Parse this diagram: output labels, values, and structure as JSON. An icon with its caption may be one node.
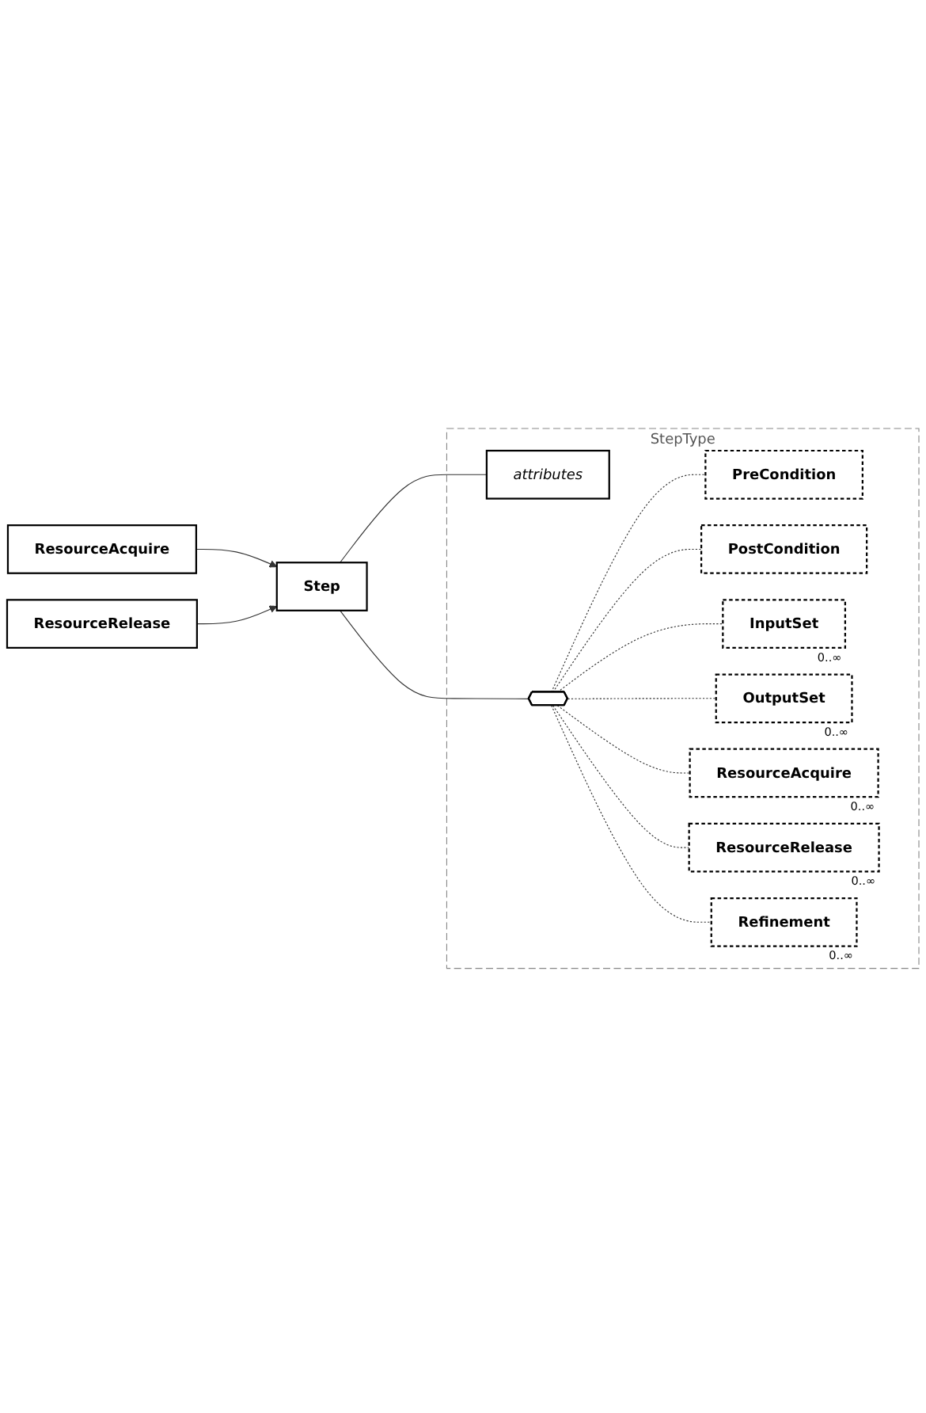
{
  "diagram": {
    "nodes": [
      {
        "text": [
          "Step"
        ]
      },
      {
        "text": [
          "StepType"
        ]
      },
      {
        "text": [
          "attributes"
        ],
        "in": 1
      },
      {
        "text": [],
        "shape": "octagon",
        "in": 1
      },
      {
        "text": [
          "PreCondition"
        ],
        "in": 1
      },
      {
        "text": [
          "PostCondition"
        ],
        "in": 1
      },
      {
        "text": [
          "InputSet"
        ],
        "in": 1,
        "beside": [
          "0..∞"
        ]
      },
      {
        "text": [
          "OutputSet"
        ],
        "in": 1,
        "beside": [
          "0..∞"
        ]
      },
      {
        "text": [
          "ResourceAcquire"
        ],
        "in": 1,
        "beside": [
          "0..∞"
        ]
      },
      {
        "text": [
          "ResourceRelease"
        ],
        "in": 1,
        "beside": [
          "0..∞"
        ]
      },
      {
        "text": [
          "Refinement"
        ],
        "in": 1,
        "beside": [
          "0..∞"
        ]
      },
      {
        "text": [
          "ResourceAcquire"
        ]
      },
      {
        "text": [
          "ResourceRelease"
        ]
      }
    ],
    "edges": [
      {
        "from": 0,
        "to": 2,
        "arrow": "none"
      },
      {
        "from": 0,
        "to": 3,
        "arrow": "none"
      },
      {
        "from": 3,
        "to": 4,
        "arrow": "none",
        "style": "dashed"
      },
      {
        "from": 3,
        "to": 5,
        "arrow": "none",
        "style": "dashed"
      },
      {
        "from": 3,
        "to": 6,
        "arrow": "none",
        "style": "dashed"
      },
      {
        "from": 3,
        "to": 7,
        "arrow": "none",
        "style": "dashed"
      },
      {
        "from": 3,
        "to": 8,
        "arrow": "none",
        "style": "dashed"
      },
      {
        "from": 3,
        "to": 9,
        "arrow": "none",
        "style": "dashed"
      },
      {
        "from": 3,
        "to": 10,
        "arrow": "none",
        "style": "dashed"
      },
      {
        "from": 11,
        "to": 0,
        "arrow": "to"
      },
      {
        "from": 12,
        "to": 0,
        "arrow": "to"
      }
    ]
  }
}
